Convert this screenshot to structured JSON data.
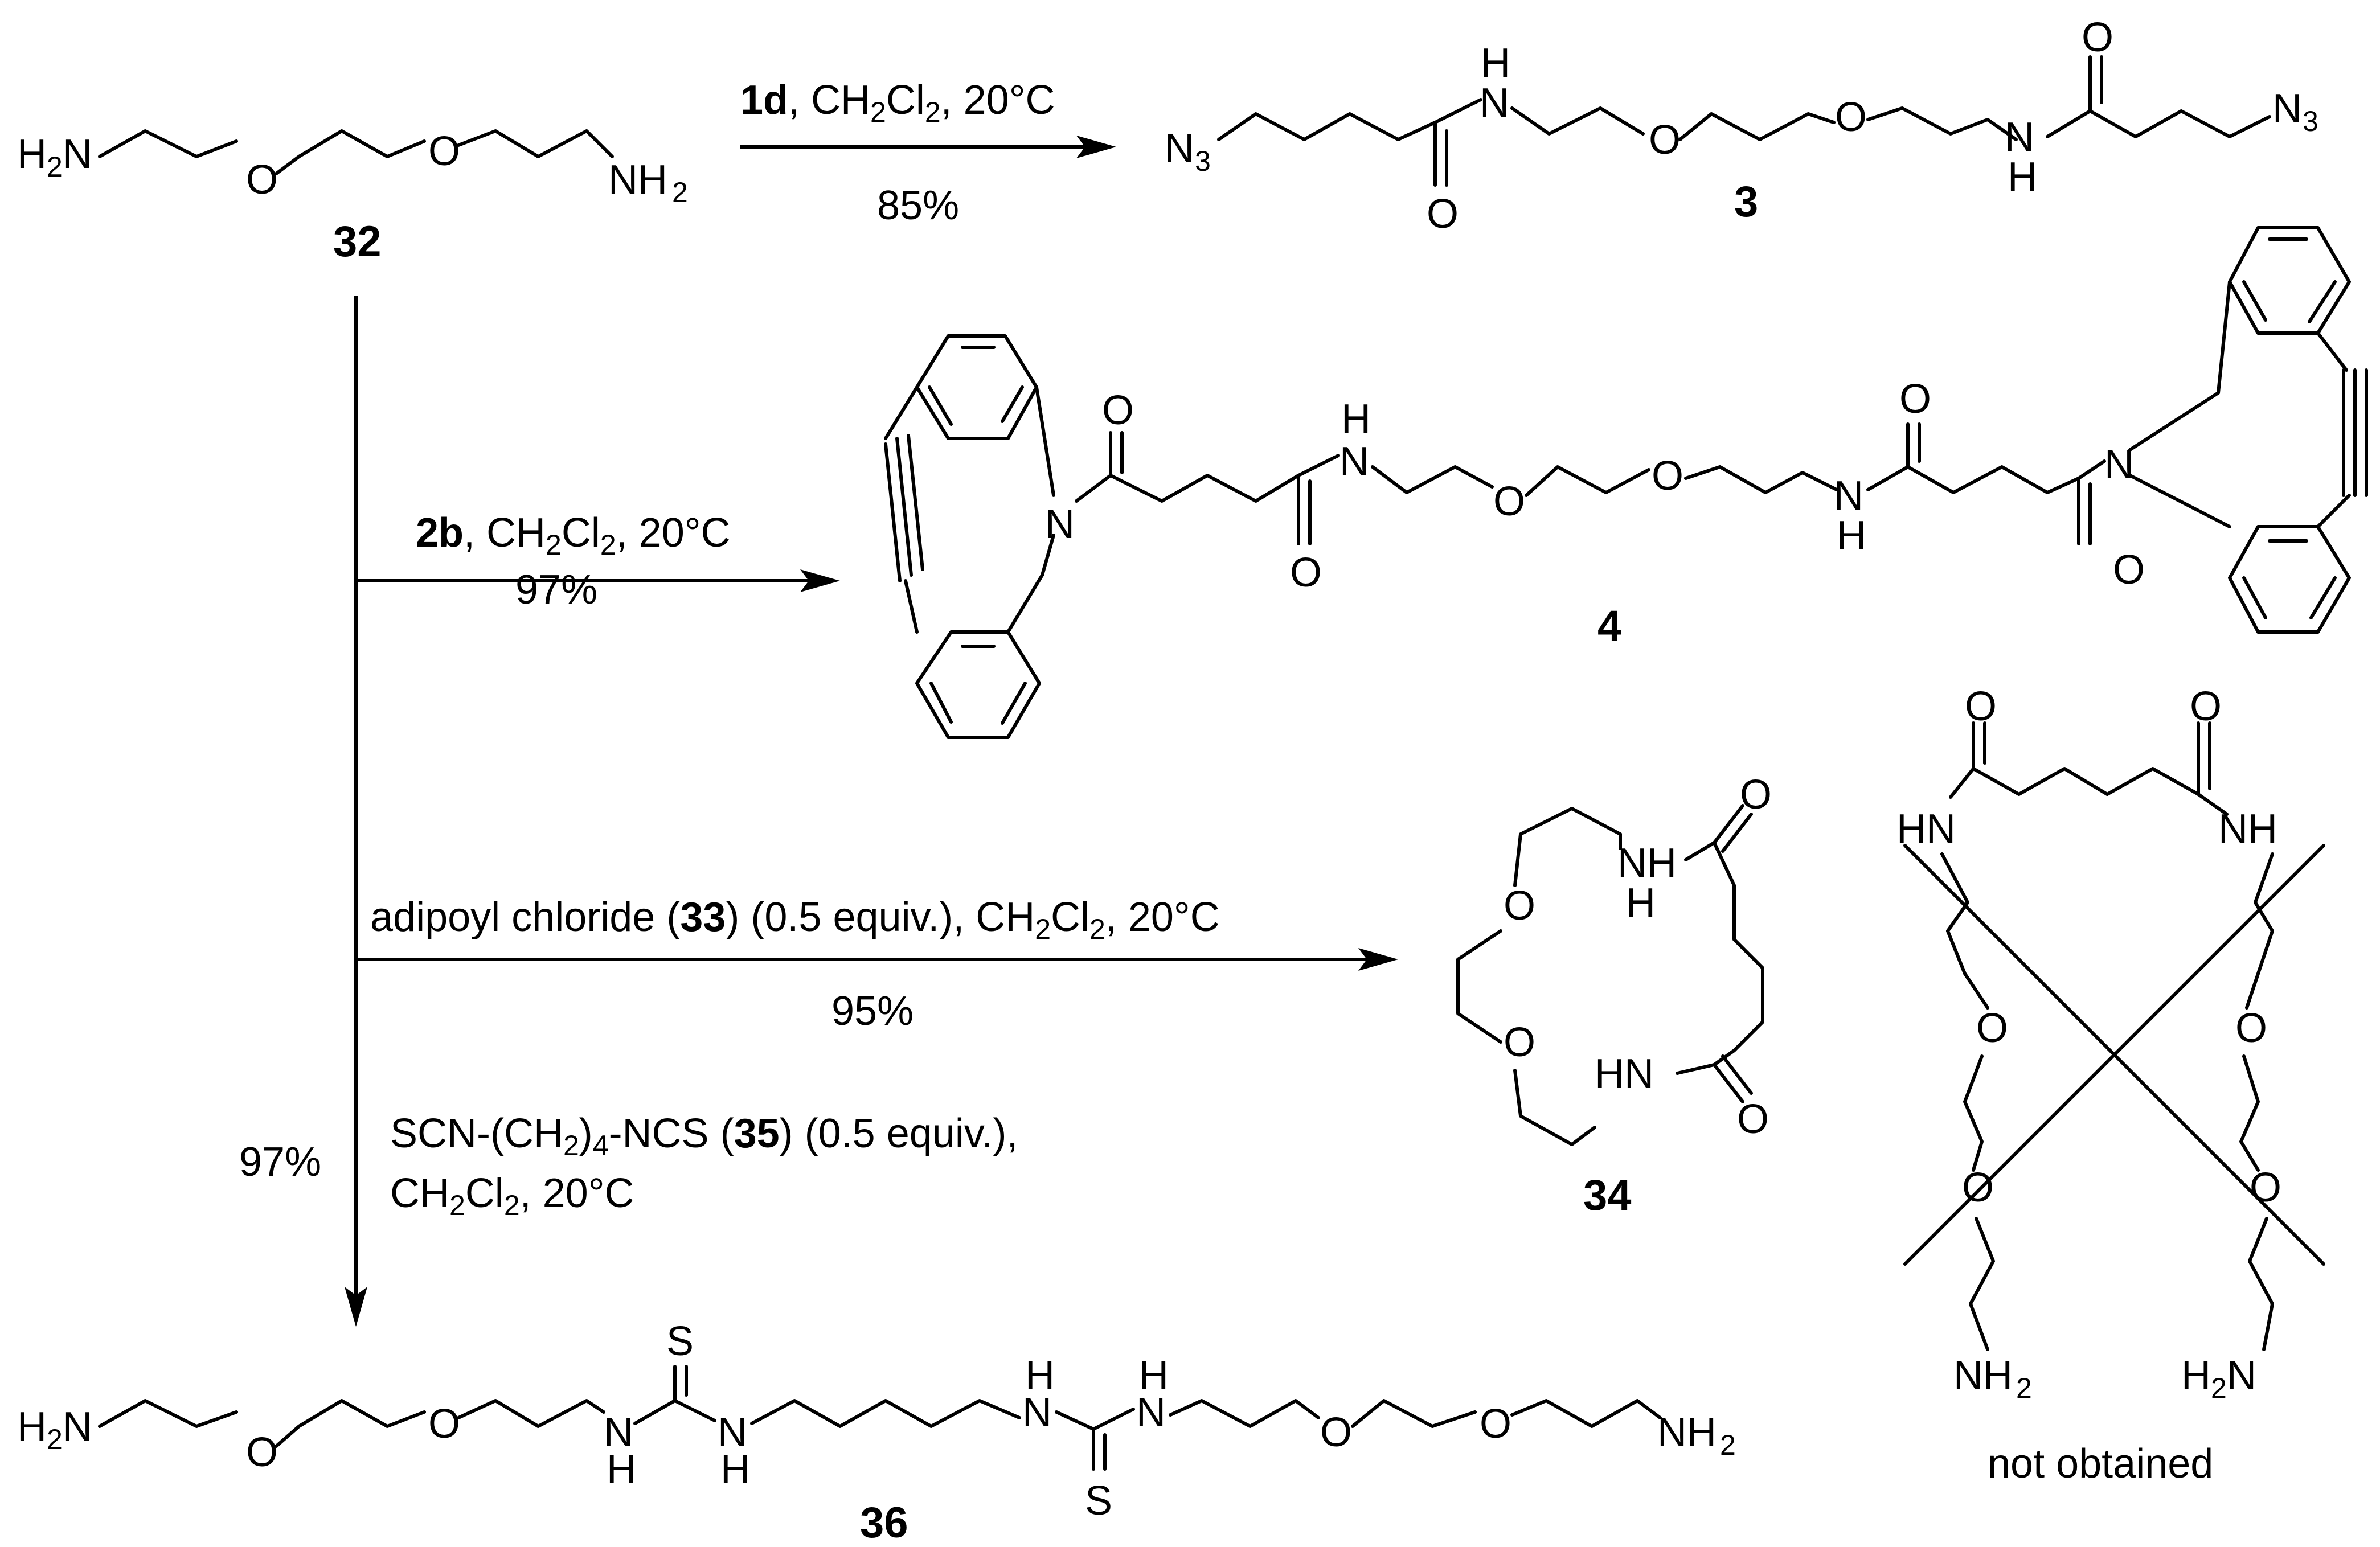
{
  "compounds": {
    "c32": "32",
    "c3": "3",
    "c4": "4",
    "c34": "34",
    "c36": "36",
    "not_obtained": "not obtained"
  },
  "atoms": {
    "H": "H",
    "N": "N",
    "O": "O",
    "S": "S",
    "NH": "NH",
    "HN": "HN",
    "two": "2",
    "three": "3"
  },
  "reactions": {
    "r1": {
      "reagent": "1d",
      "cond": ", CH2Cl2, 20°C",
      "cond_a": ", CH",
      "cond_b": "Cl",
      "cond_c": ", 20°C",
      "yield": "85%"
    },
    "r2": {
      "reagent": "2b",
      "cond": ", CH2Cl2, 20°C",
      "cond_a": ", CH",
      "cond_b": "Cl",
      "cond_c": ", 20°C",
      "yield": "97%"
    },
    "r3": {
      "line": "adipoyl chloride (33) (0.5 equiv.), CH2Cl2, 20°C",
      "pre": "adipoyl chloride (",
      "reagent": "33",
      "post_a": ") (0.5 equiv.), CH",
      "post_b": "Cl",
      "post_c": ", 20°C",
      "yield": "95%"
    },
    "r4": {
      "line1": "SCN-(CH2)4-NCS (35) (0.5 equiv.),",
      "l1_a": "SCN-(CH",
      "l1_b": ")",
      "l1_c": "-NCS (",
      "reagent": "35",
      "l1_d": ") (0.5 equiv.),",
      "four": "4",
      "line2": "CH2Cl2, 20°C",
      "l2_a": "CH",
      "l2_b": "Cl",
      "l2_c": ", 20°C",
      "yield": "97%"
    }
  }
}
